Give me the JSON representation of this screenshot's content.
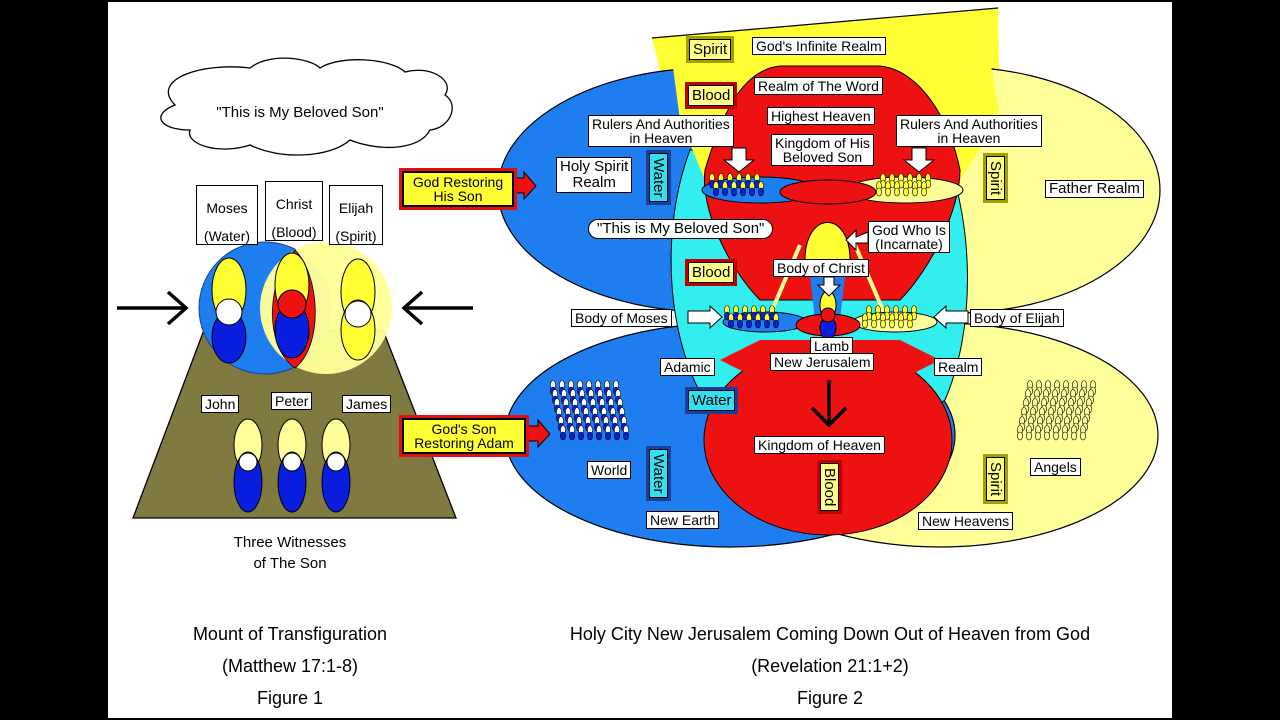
{
  "colors": {
    "blue_realm": "#1e7ef0",
    "red_realm": "#ee1111",
    "yellow_realm": "#ffff33",
    "pale_yellow_realm": "#ffff99",
    "cyan_overlap": "#33eeee",
    "mountain": "#807940",
    "dark_blue": "#0a1ee0",
    "background": "#ffffff",
    "frame": "#000000"
  },
  "figure1": {
    "cloud_text": "\"This is My Beloved Son\"",
    "witness_labels": [
      {
        "name": "Moses",
        "element": "(Water)"
      },
      {
        "name": "Christ",
        "element": "(Blood)"
      },
      {
        "name": "Elijah",
        "element": "(Spirit)"
      }
    ],
    "disciples": [
      "John",
      "Peter",
      "James"
    ],
    "mountain_caption": "Three Witnesses\nof The Son",
    "title": "Mount of Transfiguration",
    "reference": "(Matthew 17:1-8)",
    "figure_label": "Figure 1"
  },
  "figure2": {
    "top": {
      "spirit_tag": "Spirit",
      "infinite_realm": "God's Infinite Realm",
      "blood_tag": "Blood",
      "word_realm": "Realm of The Word"
    },
    "heaven": {
      "highest_heaven": "Highest Heaven",
      "kingdom_of_son": "Kingdom of His\nBeloved Son",
      "rulers_left": "Rulers And Authorities\nin Heaven",
      "rulers_right": "Rulers And Authorities\nin Heaven"
    },
    "realms": {
      "holy_spirit_realm": "Holy Spirit\nRealm",
      "water_tag_upper": "Water",
      "spirit_tag_upper": "Spirit",
      "father_realm": "Father Realm"
    },
    "arrows": {
      "god_restoring_son": "God Restoring\nHis Son",
      "gods_son_restoring_adam": "God's Son\nRestoring Adam"
    },
    "center": {
      "beloved_son_quote": "\"This is My Beloved Son\"",
      "god_who_is": "God Who Is\n(Incarnate)",
      "blood_tag_mid": "Blood",
      "body_of_christ": "Body of Christ",
      "body_of_moses": "Body of Moses",
      "body_of_elijah": "Body of Elijah",
      "lamb": "Lamb",
      "new_jerusalem": "New Jerusalem",
      "adamic": "Adamic",
      "realm": "Realm",
      "water_tag_mid": "Water"
    },
    "lower": {
      "kingdom_of_heaven": "Kingdom of Heaven",
      "blood_tag_low": "Blood",
      "world": "World",
      "water_tag_low": "Water",
      "new_earth": "New Earth",
      "angels": "Angels",
      "spirit_tag_low": "Spirit",
      "new_heavens": "New Heavens"
    },
    "title": "Holy City New Jerusalem Coming Down Out of Heaven from God",
    "reference": "(Revelation 21:1+2)",
    "figure_label": "Figure 2"
  }
}
